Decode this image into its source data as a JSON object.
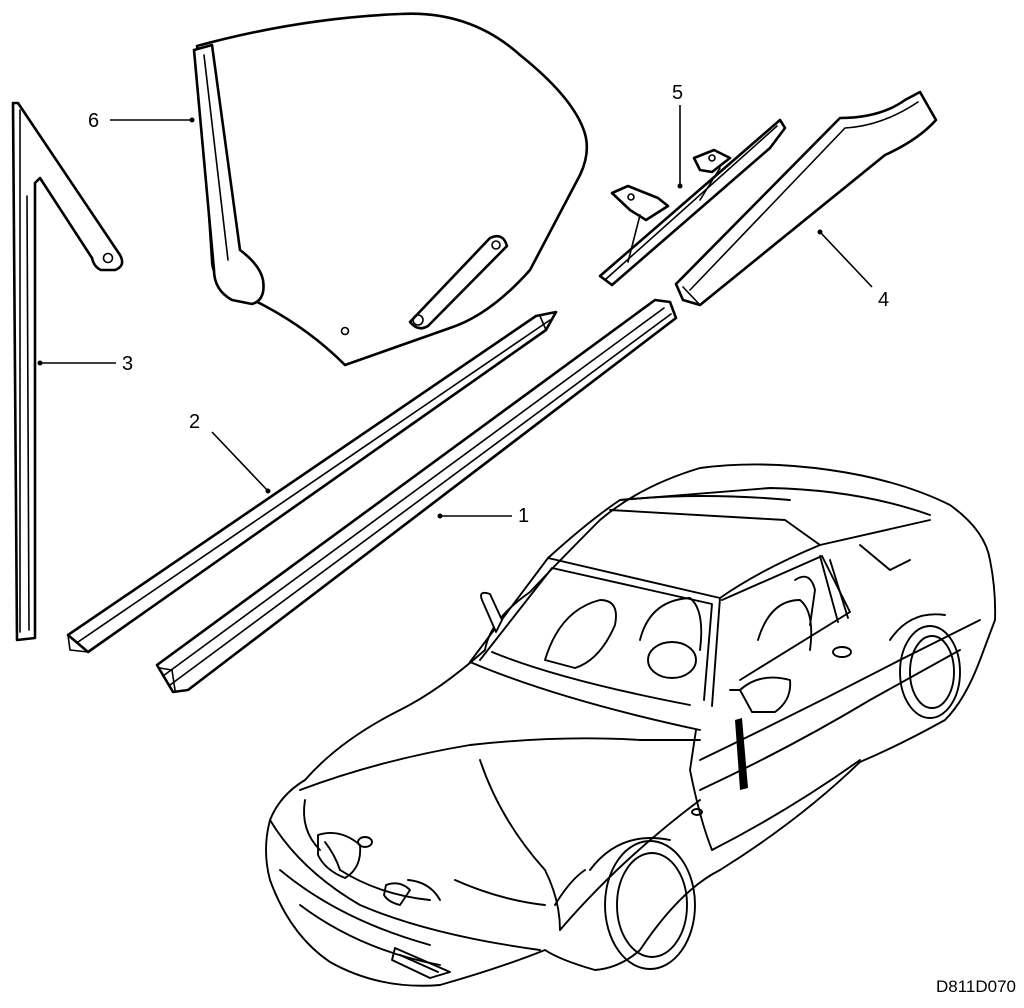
{
  "diagram": {
    "callouts": [
      {
        "id": "1",
        "label": "1"
      },
      {
        "id": "2",
        "label": "2"
      },
      {
        "id": "3",
        "label": "3"
      },
      {
        "id": "4",
        "label": "4"
      },
      {
        "id": "5",
        "label": "5"
      },
      {
        "id": "6",
        "label": "6"
      }
    ],
    "reference_code": "D811D070"
  }
}
